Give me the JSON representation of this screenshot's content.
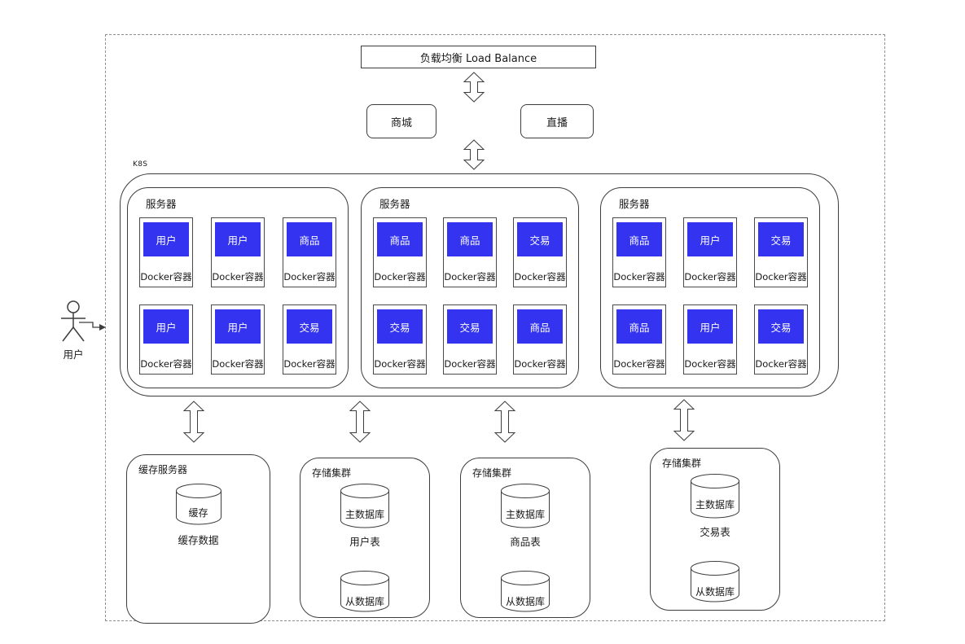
{
  "diagram": {
    "load_balancer": {
      "label": "负载均衡 Load Balance"
    },
    "entry_services": {
      "mall": "商城",
      "live": "直播"
    },
    "actor": {
      "label": "用户"
    },
    "k8s": {
      "label": "K8S",
      "groups": [
        {
          "label": "服务器",
          "containers": [
            {
              "service": "用户",
              "caption": "Docker容器"
            },
            {
              "service": "用户",
              "caption": "Docker容器"
            },
            {
              "service": "商品",
              "caption": "Docker容器"
            },
            {
              "service": "用户",
              "caption": "Docker容器"
            },
            {
              "service": "用户",
              "caption": "Docker容器"
            },
            {
              "service": "交易",
              "caption": "Docker容器"
            }
          ]
        },
        {
          "label": "服务器",
          "containers": [
            {
              "service": "商品",
              "caption": "Docker容器"
            },
            {
              "service": "商品",
              "caption": "Docker容器"
            },
            {
              "service": "交易",
              "caption": "Docker容器"
            },
            {
              "service": "交易",
              "caption": "Docker容器"
            },
            {
              "service": "交易",
              "caption": "Docker容器"
            },
            {
              "service": "商品",
              "caption": "Docker容器"
            }
          ]
        },
        {
          "label": "服务器",
          "containers": [
            {
              "service": "商品",
              "caption": "Docker容器"
            },
            {
              "service": "用户",
              "caption": "Docker容器"
            },
            {
              "service": "交易",
              "caption": "Docker容器"
            },
            {
              "service": "商品",
              "caption": "Docker容器"
            },
            {
              "service": "用户",
              "caption": "Docker容器"
            },
            {
              "service": "交易",
              "caption": "Docker容器"
            }
          ]
        }
      ]
    },
    "cache_server": {
      "label": "缓存服务器",
      "db": "缓存",
      "caption": "缓存数据"
    },
    "storage_clusters": [
      {
        "label": "存储集群",
        "primary_db": "主数据库",
        "table": "用户表",
        "replica_db": "从数据库"
      },
      {
        "label": "存储集群",
        "primary_db": "主数据库",
        "table": "商品表",
        "replica_db": "从数据库"
      },
      {
        "label": "存储集群",
        "primary_db": "主数据库",
        "table": "交易表",
        "replica_db": "从数据库"
      }
    ],
    "colors": {
      "container_fill": "#3333f0",
      "stroke": "#3d3d3d"
    }
  }
}
